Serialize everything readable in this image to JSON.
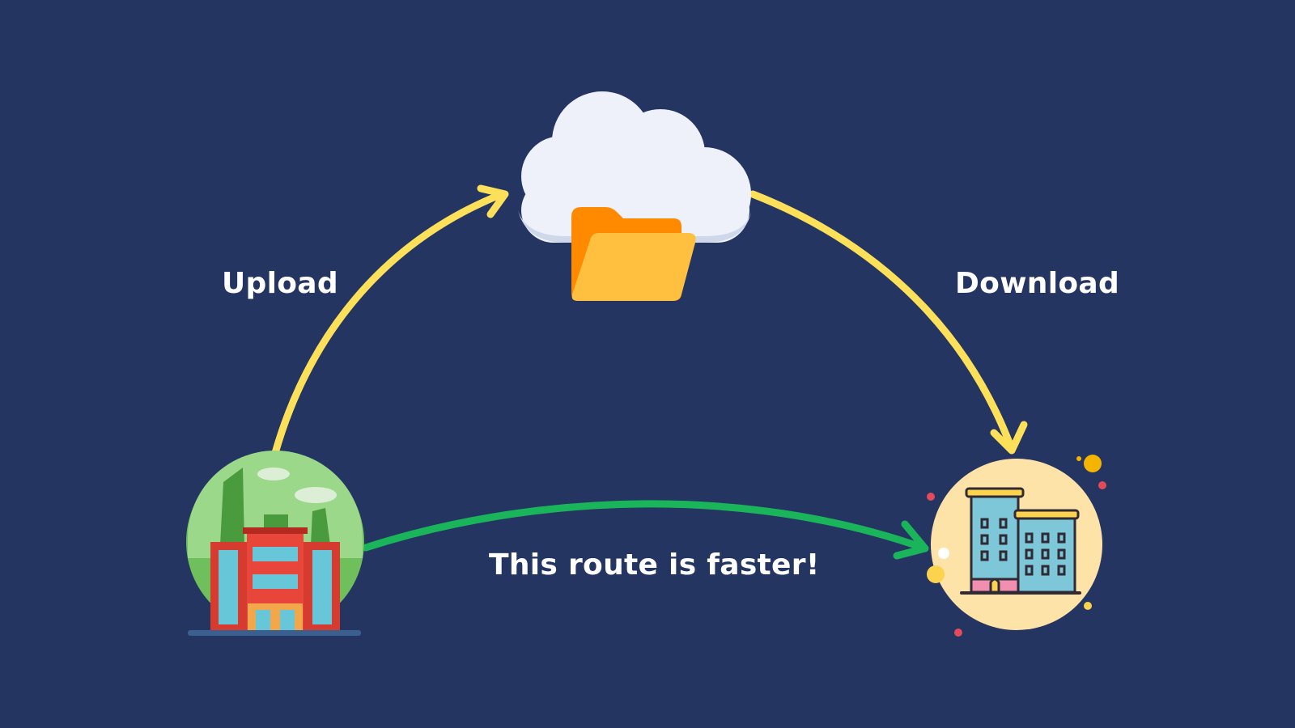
{
  "labels": {
    "upload": "Upload",
    "download": "Download",
    "faster_route": "This route is faster!"
  },
  "icons": {
    "cloud": "cloud-icon",
    "folder": "folder-icon",
    "source_building": "office-building-icon",
    "destination_building": "apartment-building-icon"
  },
  "colors": {
    "background": "#243562",
    "upload_download_arrows": "#fde05a",
    "direct_arrow": "#1ab55a",
    "text": "#ffffff"
  }
}
